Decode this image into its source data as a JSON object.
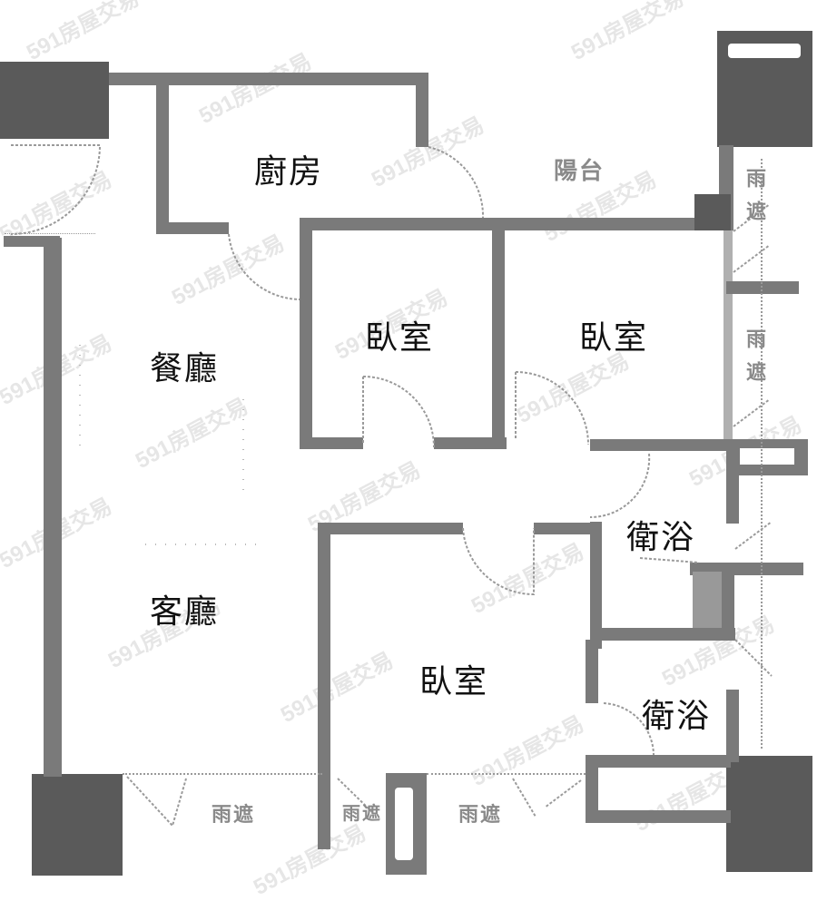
{
  "plan": {
    "type": "floor-plan",
    "colors": {
      "wall": "#7a7a7a",
      "column": "#5a5a5a",
      "label": "#111111",
      "faint_label": "#8a8a8a",
      "watermark": "#e6e6e6"
    },
    "rooms": {
      "kitchen": "廚房",
      "balcony": "陽台",
      "dining": "餐廳",
      "living": "客廳",
      "bedroom_1": "臥室",
      "bedroom_2": "臥室",
      "bedroom_3": "臥室",
      "bathroom_1": "衛浴",
      "bathroom_2": "衛浴"
    },
    "rain_shelters": {
      "right_top": "雨遮",
      "right_mid": "雨遮",
      "bottom_left": "雨遮",
      "bottom_mid": "雨遮",
      "bottom_right": "雨遮"
    },
    "watermark": "591房屋交易"
  }
}
